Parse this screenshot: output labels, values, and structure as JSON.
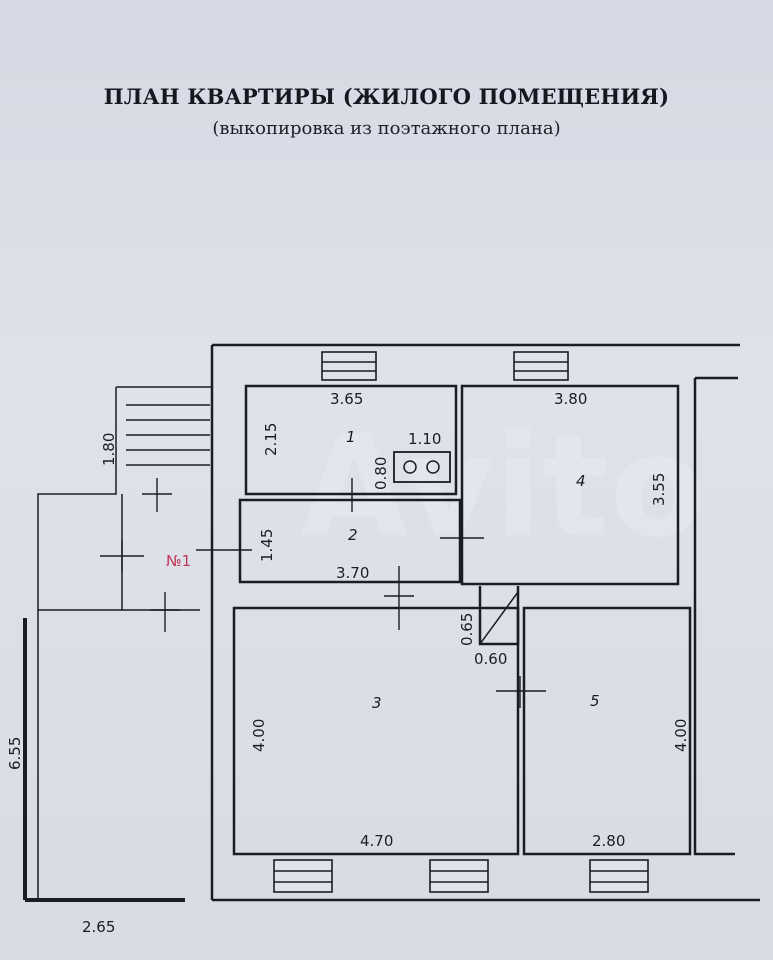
{
  "header": {
    "title": "ПЛАН КВАРТИРЫ (ЖИЛОГО ПОМЕЩЕНИЯ)",
    "subtitle": "(выкопировка из поэтажного плана)"
  },
  "rooms": [
    {
      "number": "1",
      "width": "3.65",
      "depth": "2.15"
    },
    {
      "number": "2",
      "width": "3.70",
      "depth": "1.45"
    },
    {
      "number": "3",
      "width": "4.70",
      "depth": "4.00"
    },
    {
      "number": "4",
      "width": "3.80",
      "depth": "3.55"
    },
    {
      "number": "5",
      "width": "2.80",
      "depth": "4.00"
    }
  ],
  "extra_dims": {
    "stove_width": "1.10",
    "stove_depth": "0.80",
    "niche_depth": "0.65",
    "niche_width": "0.60",
    "stair_depth": "1.80",
    "annex_length": "6.55",
    "annex_width": "2.65"
  },
  "apartment_label": "№1",
  "watermark": "Avito",
  "colors": {
    "ink": "#1a1d24",
    "label_accent": "#c0395a"
  }
}
